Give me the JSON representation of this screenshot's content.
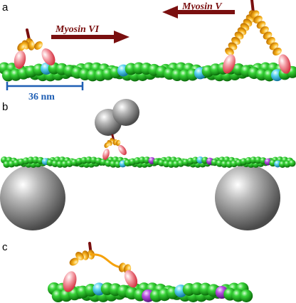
{
  "panels": {
    "a": {
      "label": "a",
      "myosin_vi": "Myosin VI",
      "myosin_v": "Myosin V",
      "scale": "36 nm"
    },
    "b": {
      "label": "b"
    },
    "c": {
      "label": "c"
    }
  },
  "colors": {
    "actin": "#2ec82e",
    "actin_dark": "#0a7a0a",
    "binding_site": "#5ad2f0",
    "crossover_site": "#b64fe0",
    "lever_arm": "#f5a20c",
    "motor_head": "#f07080",
    "direction_arrow": "#7a0f0f",
    "scale_bar": "#1f5fb4",
    "bead": "#9a9a9a"
  }
}
